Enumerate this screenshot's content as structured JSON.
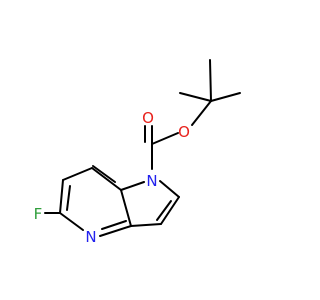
{
  "structure": {
    "atoms": {
      "O_carbonyl": {
        "symbol": "O",
        "color": "#e8211c"
      },
      "O_ester": {
        "symbol": "O",
        "color": "#e8211c"
      },
      "N_pyrrole": {
        "symbol": "N",
        "color": "#2222ee"
      },
      "N_pyridine": {
        "symbol": "N",
        "color": "#2222ee"
      },
      "F": {
        "symbol": "F",
        "color": "#2f9e3b"
      }
    },
    "bond_color": "#000000",
    "element_colors": {
      "O": "#e8211c",
      "N": "#2222ee",
      "F": "#2f9e3b"
    }
  }
}
